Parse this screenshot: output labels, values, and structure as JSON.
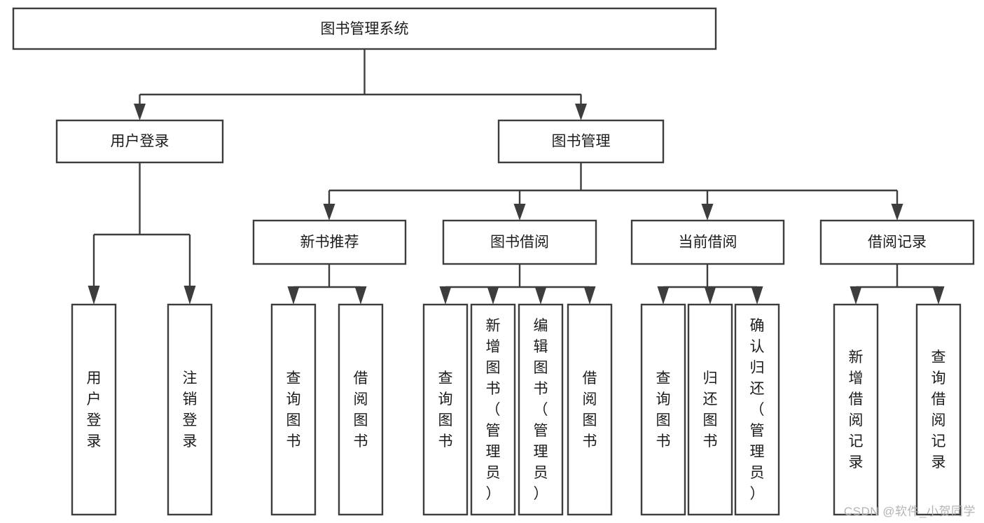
{
  "diagram": {
    "title": "图书管理系统",
    "type": "tree-hierarchy-flowchart",
    "orientation": "top-down",
    "colors": {
      "box_stroke": "#3d3d3d",
      "box_fill": "#ffffff",
      "connector": "#3d3d3d",
      "text": "#1c1c1c",
      "background": "#ffffff",
      "watermark": "#b4b4b4"
    },
    "nodes": {
      "root": {
        "label": "图书管理系统",
        "level": 0,
        "orientation": "horizontal"
      },
      "l1": [
        {
          "id": "user-login",
          "label": "用户登录",
          "level": 1,
          "orientation": "horizontal"
        },
        {
          "id": "book-manage",
          "label": "图书管理",
          "level": 1,
          "orientation": "horizontal"
        }
      ],
      "l2": [
        {
          "id": "new-book-recommend",
          "label": "新书推荐",
          "level": 2,
          "orientation": "horizontal",
          "parent": "book-manage"
        },
        {
          "id": "book-borrow",
          "label": "图书借阅",
          "level": 2,
          "orientation": "horizontal",
          "parent": "book-manage"
        },
        {
          "id": "current-borrow",
          "label": "当前借阅",
          "level": 2,
          "orientation": "horizontal",
          "parent": "book-manage"
        },
        {
          "id": "borrow-record",
          "label": "借阅记录",
          "level": 2,
          "orientation": "horizontal",
          "parent": "book-manage"
        }
      ],
      "leaves": [
        {
          "id": "leaf-user-login",
          "label": "用户登录",
          "parent": "user-login",
          "orientation": "vertical"
        },
        {
          "id": "leaf-user-logout",
          "label": "注销登录",
          "parent": "user-login",
          "orientation": "vertical"
        },
        {
          "id": "leaf-query-book-1",
          "label": "查询图书",
          "parent": "new-book-recommend",
          "orientation": "vertical"
        },
        {
          "id": "leaf-borrow-book-1",
          "label": "借阅图书",
          "parent": "new-book-recommend",
          "orientation": "vertical"
        },
        {
          "id": "leaf-query-book-2",
          "label": "查询图书",
          "parent": "book-borrow",
          "orientation": "vertical"
        },
        {
          "id": "leaf-add-book",
          "label": "新增图书（管理员）",
          "parent": "book-borrow",
          "orientation": "vertical"
        },
        {
          "id": "leaf-edit-book",
          "label": "编辑图书（管理员）",
          "parent": "book-borrow",
          "orientation": "vertical"
        },
        {
          "id": "leaf-borrow-book-2",
          "label": "借阅图书",
          "parent": "book-borrow",
          "orientation": "vertical"
        },
        {
          "id": "leaf-query-book-3",
          "label": "查询图书",
          "parent": "current-borrow",
          "orientation": "vertical"
        },
        {
          "id": "leaf-return-book",
          "label": "归还图书",
          "parent": "current-borrow",
          "orientation": "vertical"
        },
        {
          "id": "leaf-confirm-return",
          "label": "确认归还（管理员）",
          "parent": "current-borrow",
          "orientation": "vertical"
        },
        {
          "id": "leaf-add-record",
          "label": "新增借阅记录",
          "parent": "borrow-record",
          "orientation": "vertical"
        },
        {
          "id": "leaf-query-record",
          "label": "查询借阅记录",
          "parent": "borrow-record",
          "orientation": "vertical"
        }
      ]
    }
  },
  "watermark": {
    "text": "CSDN @软件_小贺同学"
  }
}
